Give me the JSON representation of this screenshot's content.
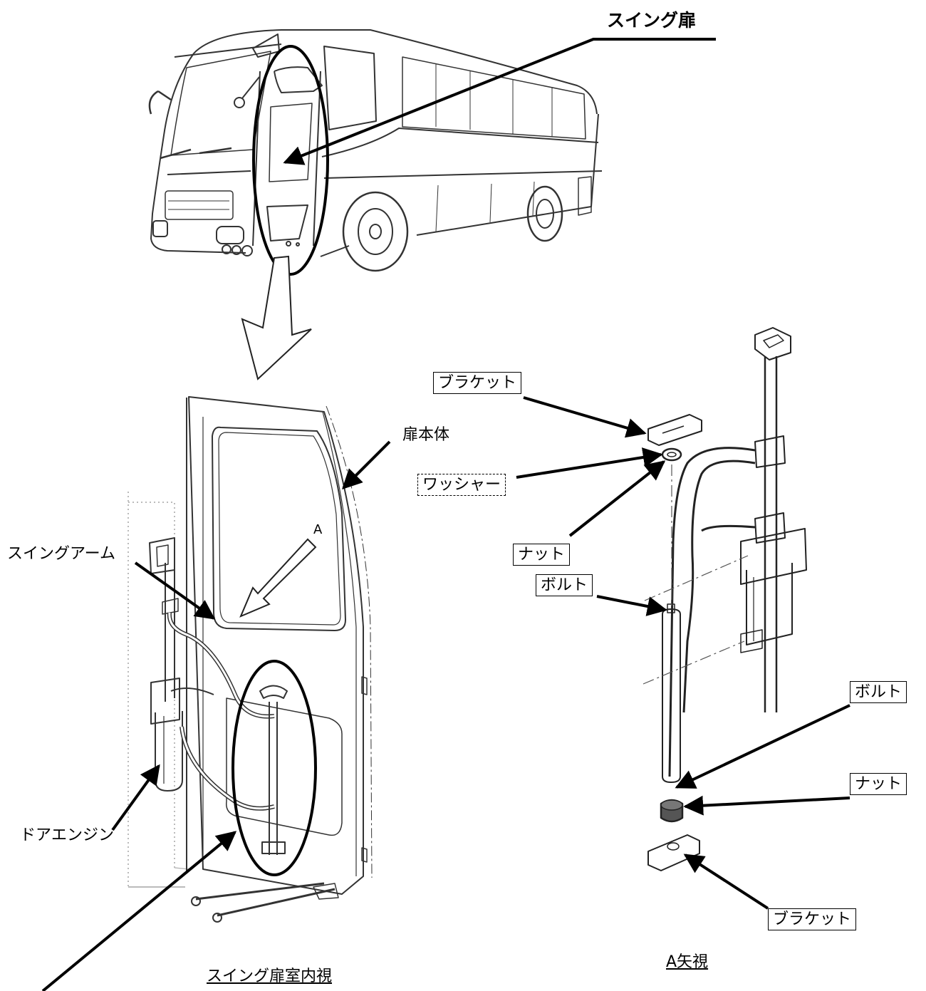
{
  "labels": {
    "swing_door": "スイング扉",
    "door_body": "扉本体",
    "view_a_marker": "A",
    "swing_arm": "スイングアーム",
    "door_engine": "ドアエンジン",
    "bracket_top": "ブラケット",
    "washer": "ワッシャー",
    "nut_top": "ナット",
    "bolt_top": "ボルト",
    "bolt_bottom": "ボルト",
    "nut_bottom": "ナット",
    "bracket_bottom": "ブラケット"
  },
  "captions": {
    "interior_view": "スイング扉室内視",
    "view_a": "A矢視"
  }
}
